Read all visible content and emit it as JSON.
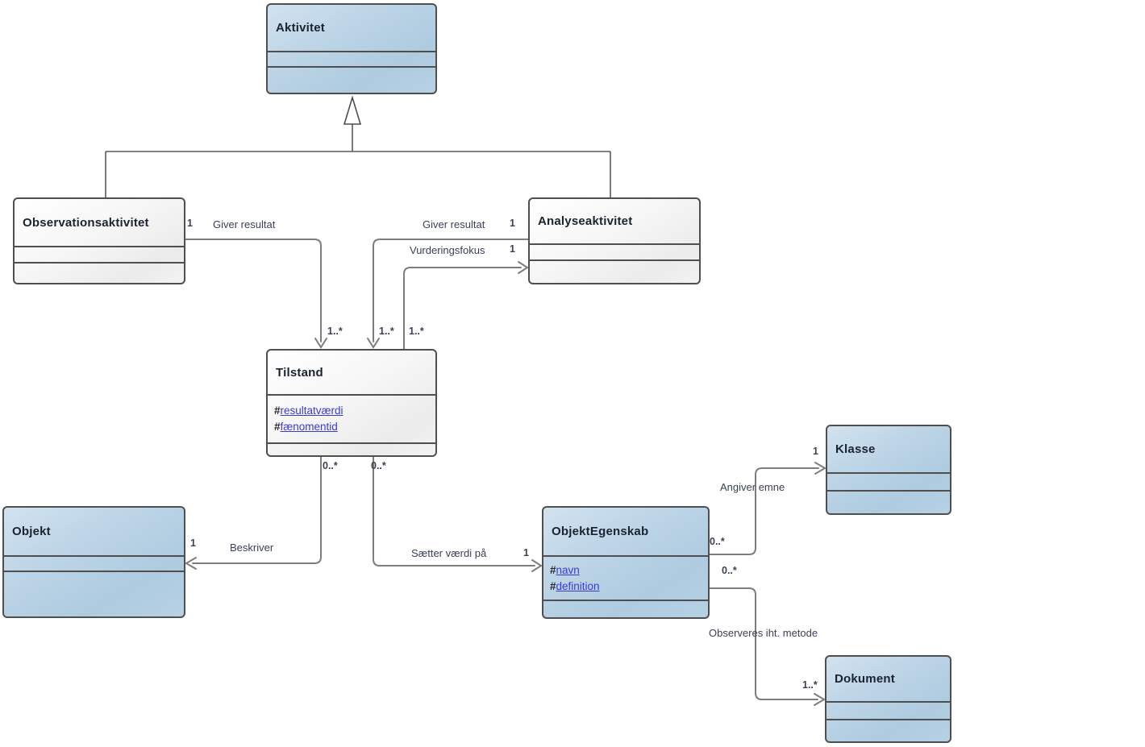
{
  "diagram": {
    "type": "uml-class-diagram",
    "classes": [
      {
        "title": "Aktivitet"
      },
      {
        "title": "Observationsaktivitet"
      },
      {
        "title": "Analyseaktivitet"
      },
      {
        "title": "Tilstand",
        "attributes": [
          {
            "prefix": "#",
            "name": "resultatværdi"
          },
          {
            "prefix": "#",
            "name": "fænomentid"
          }
        ]
      },
      {
        "title": "Objekt"
      },
      {
        "title": "ObjektEgenskab",
        "attributes": [
          {
            "prefix": "#",
            "name": "navn"
          },
          {
            "prefix": "#",
            "name": "definition"
          }
        ]
      },
      {
        "title": "Klasse"
      },
      {
        "title": "Dokument"
      }
    ],
    "generalization": {
      "parent": "Aktivitet",
      "children": [
        "Observationsaktivitet",
        "Analyseaktivitet"
      ]
    },
    "associations": [
      {
        "label": "Giver resultat",
        "source": "Observationsaktivitet",
        "target": "Tilstand",
        "source_mult": "1",
        "target_mult": "1..*"
      },
      {
        "label": "Giver resultat",
        "source": "Analyseaktivitet",
        "target": "Tilstand",
        "source_mult": "1",
        "target_mult": "1..*"
      },
      {
        "label": "Vurderingsfokus",
        "source": "Tilstand",
        "target": "Analyseaktivitet",
        "source_mult": "1..*",
        "target_mult": "1"
      },
      {
        "label": "Beskriver",
        "source": "Tilstand",
        "target": "Objekt",
        "source_mult": "0..*",
        "target_mult": "1"
      },
      {
        "label": "Sætter værdi på",
        "source": "Tilstand",
        "target": "ObjektEgenskab",
        "source_mult": "0..*",
        "target_mult": "1"
      },
      {
        "label": "Angiver emne",
        "source": "ObjektEgenskab",
        "target": "Klasse",
        "source_mult": "0..*",
        "target_mult": "1"
      },
      {
        "label": "Observeres iht. metode",
        "source": "ObjektEgenskab",
        "target": "Dokument",
        "source_mult": "0..*",
        "target_mult": "1..*"
      }
    ],
    "colors": {
      "class_fill_blue": "#bcd4e6",
      "class_fill_light": "#f4f4f4",
      "class_border": "#4f4f4f",
      "connector": "#7d7d7d",
      "attribute_link": "#3a3ad1",
      "label_text": "#3a4158"
    }
  }
}
